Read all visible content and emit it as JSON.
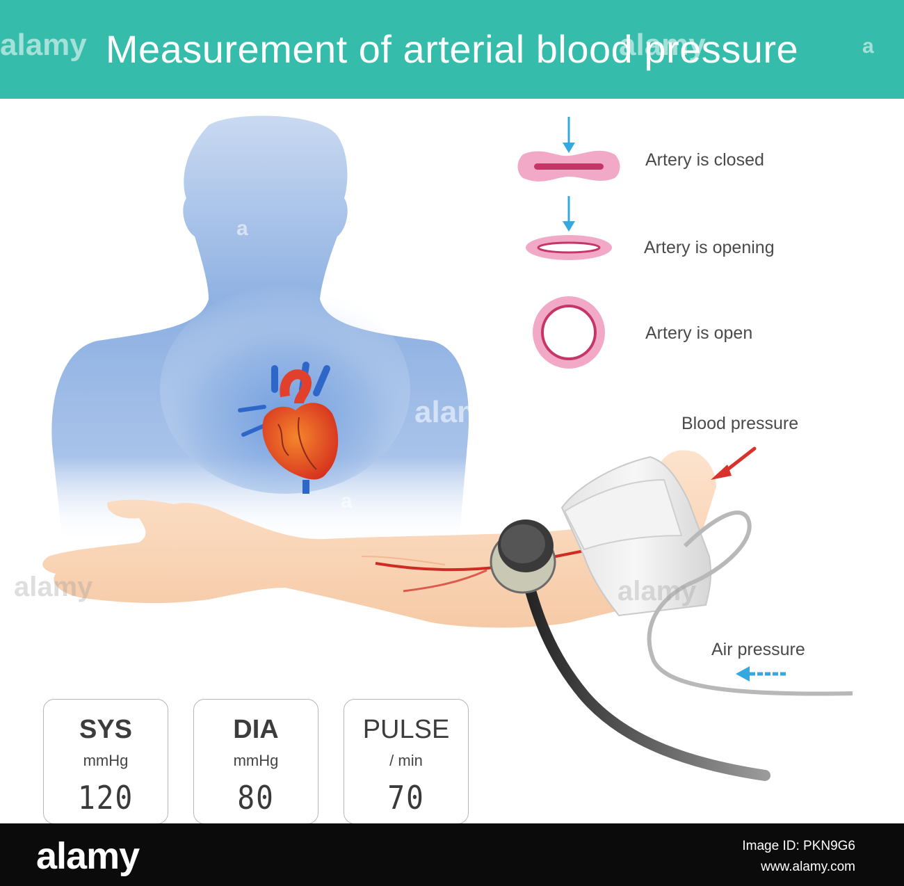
{
  "title": "Measurement of arterial blood pressure",
  "artery_states": [
    {
      "label": "Artery is closed"
    },
    {
      "label": "Artery is opening"
    },
    {
      "label": "Artery is open"
    }
  ],
  "arrow_labels": {
    "blood_pressure": "Blood pressure",
    "air_pressure": "Air pressure"
  },
  "readings": [
    {
      "name": "SYS",
      "unit": "mmHg",
      "value": "120"
    },
    {
      "name": "DIA",
      "unit": "mmHg",
      "value": "80"
    },
    {
      "name": "PULSE",
      "unit": "/ min",
      "value": "70"
    }
  ],
  "watermark": {
    "text": "alamy",
    "short": "a"
  },
  "footer": {
    "logo": "alamy",
    "image_id": "Image ID: PKN9G6",
    "site": "www.alamy.com"
  },
  "colors": {
    "header": "#35bcab",
    "artery_pink": "#f2a9c8",
    "artery_inner": "#c53566",
    "blood_arrow": "#d9322b",
    "air_arrow": "#35a8e0",
    "body_blue": "#7fa7dd"
  },
  "icons": [
    "heart-illustration",
    "stethoscope-icon",
    "pressure-cuff-icon",
    "down-arrow-icon"
  ]
}
